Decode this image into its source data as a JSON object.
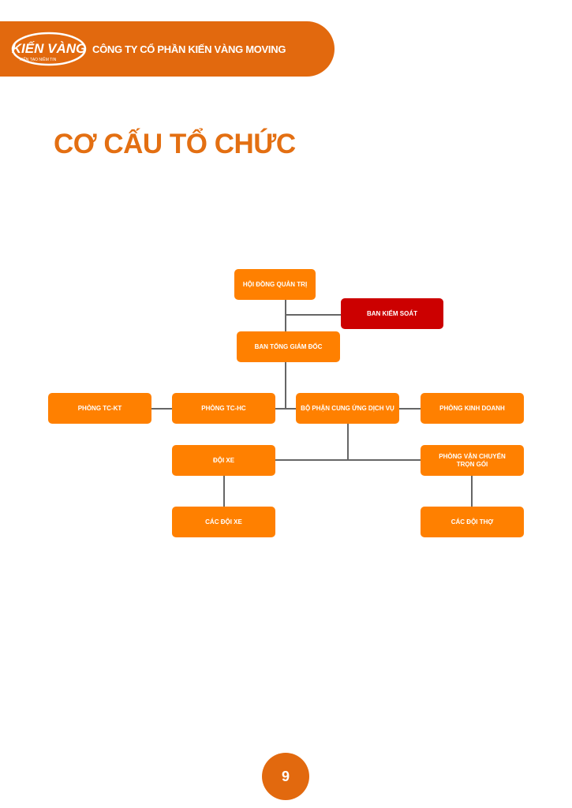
{
  "header": {
    "logo_text": "KIẾN VÀNG",
    "logo_tagline": "KIẾN TẠO NIỀM TIN",
    "company": "CÔNG TY CỔ PHẦN KIẾN VÀNG MOVING"
  },
  "title": "CƠ CẤU TỔ CHỨC",
  "org": {
    "hdqt": "HỘI ĐỒNG QUẢN TRỊ",
    "bks": "BAN KIỂM SOÁT",
    "btgd": "BAN TỔNG GIÁM ĐỐC",
    "tckt": "PHÒNG TC-KT",
    "tchc": "PHÒNG TC-HC",
    "bpcu": "BỘ PHẬN CUNG ỨNG DỊCH VỤ",
    "kd": "PHÒNG KINH DOANH",
    "doixe": "ĐỘI XE",
    "pvc": "PHÒNG VẬN CHUYỂN TRỌN GÓI",
    "cacdoixe": "CÁC ĐỘI XE",
    "cacdoitho": "CÁC ĐỘI THỢ"
  },
  "page_number": "9"
}
